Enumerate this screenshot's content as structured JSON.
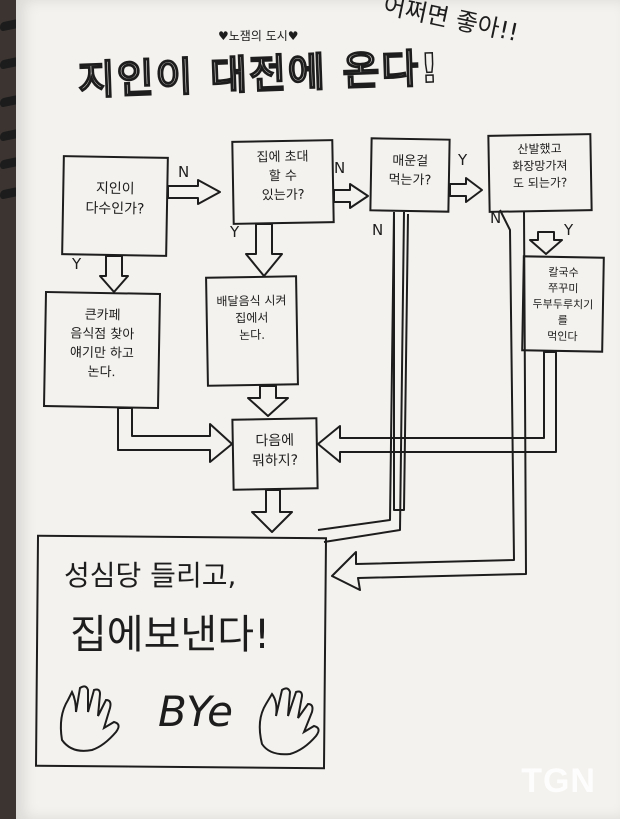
{
  "title": {
    "subtitle": "♥노잼의 도시♥",
    "main": "지인이 대전에 온다!",
    "corner_note": "어쩌면 좋아!!"
  },
  "nodes": [
    {
      "id": "q1",
      "text": "지인이\n다수인가?"
    },
    {
      "id": "q2",
      "text": "집에 초대\n할 수\n있는가?"
    },
    {
      "id": "q3",
      "text": "매운걸\n먹는가?"
    },
    {
      "id": "q4",
      "text": "산발했고\n화장망가져\n도 되는가?"
    },
    {
      "id": "a1",
      "text": "큰카페\n음식점 찾아\n얘기만 하고\n논다."
    },
    {
      "id": "a2",
      "text": "배달음식 시켜\n집에서\n논다."
    },
    {
      "id": "a3",
      "text": "칼국수\n쭈꾸미\n두부두루치기를\n먹인다"
    },
    {
      "id": "next",
      "text": "다음에\n뭐하지?"
    }
  ],
  "edge_labels": {
    "q1_n": "N",
    "q1_y": "Y",
    "q2_n": "N",
    "q2_y": "Y",
    "q3_y": "Y",
    "q3_n": "N",
    "q4_n": "N",
    "q4_y": "Y"
  },
  "final": {
    "line1": "성심당 들리고,",
    "line2": "집에보낸다!",
    "bye": "BYe"
  },
  "watermark": "TGN",
  "colors": {
    "ink": "#1d1d1d",
    "paper": "#f4f2ee",
    "background": "#3b3431"
  }
}
